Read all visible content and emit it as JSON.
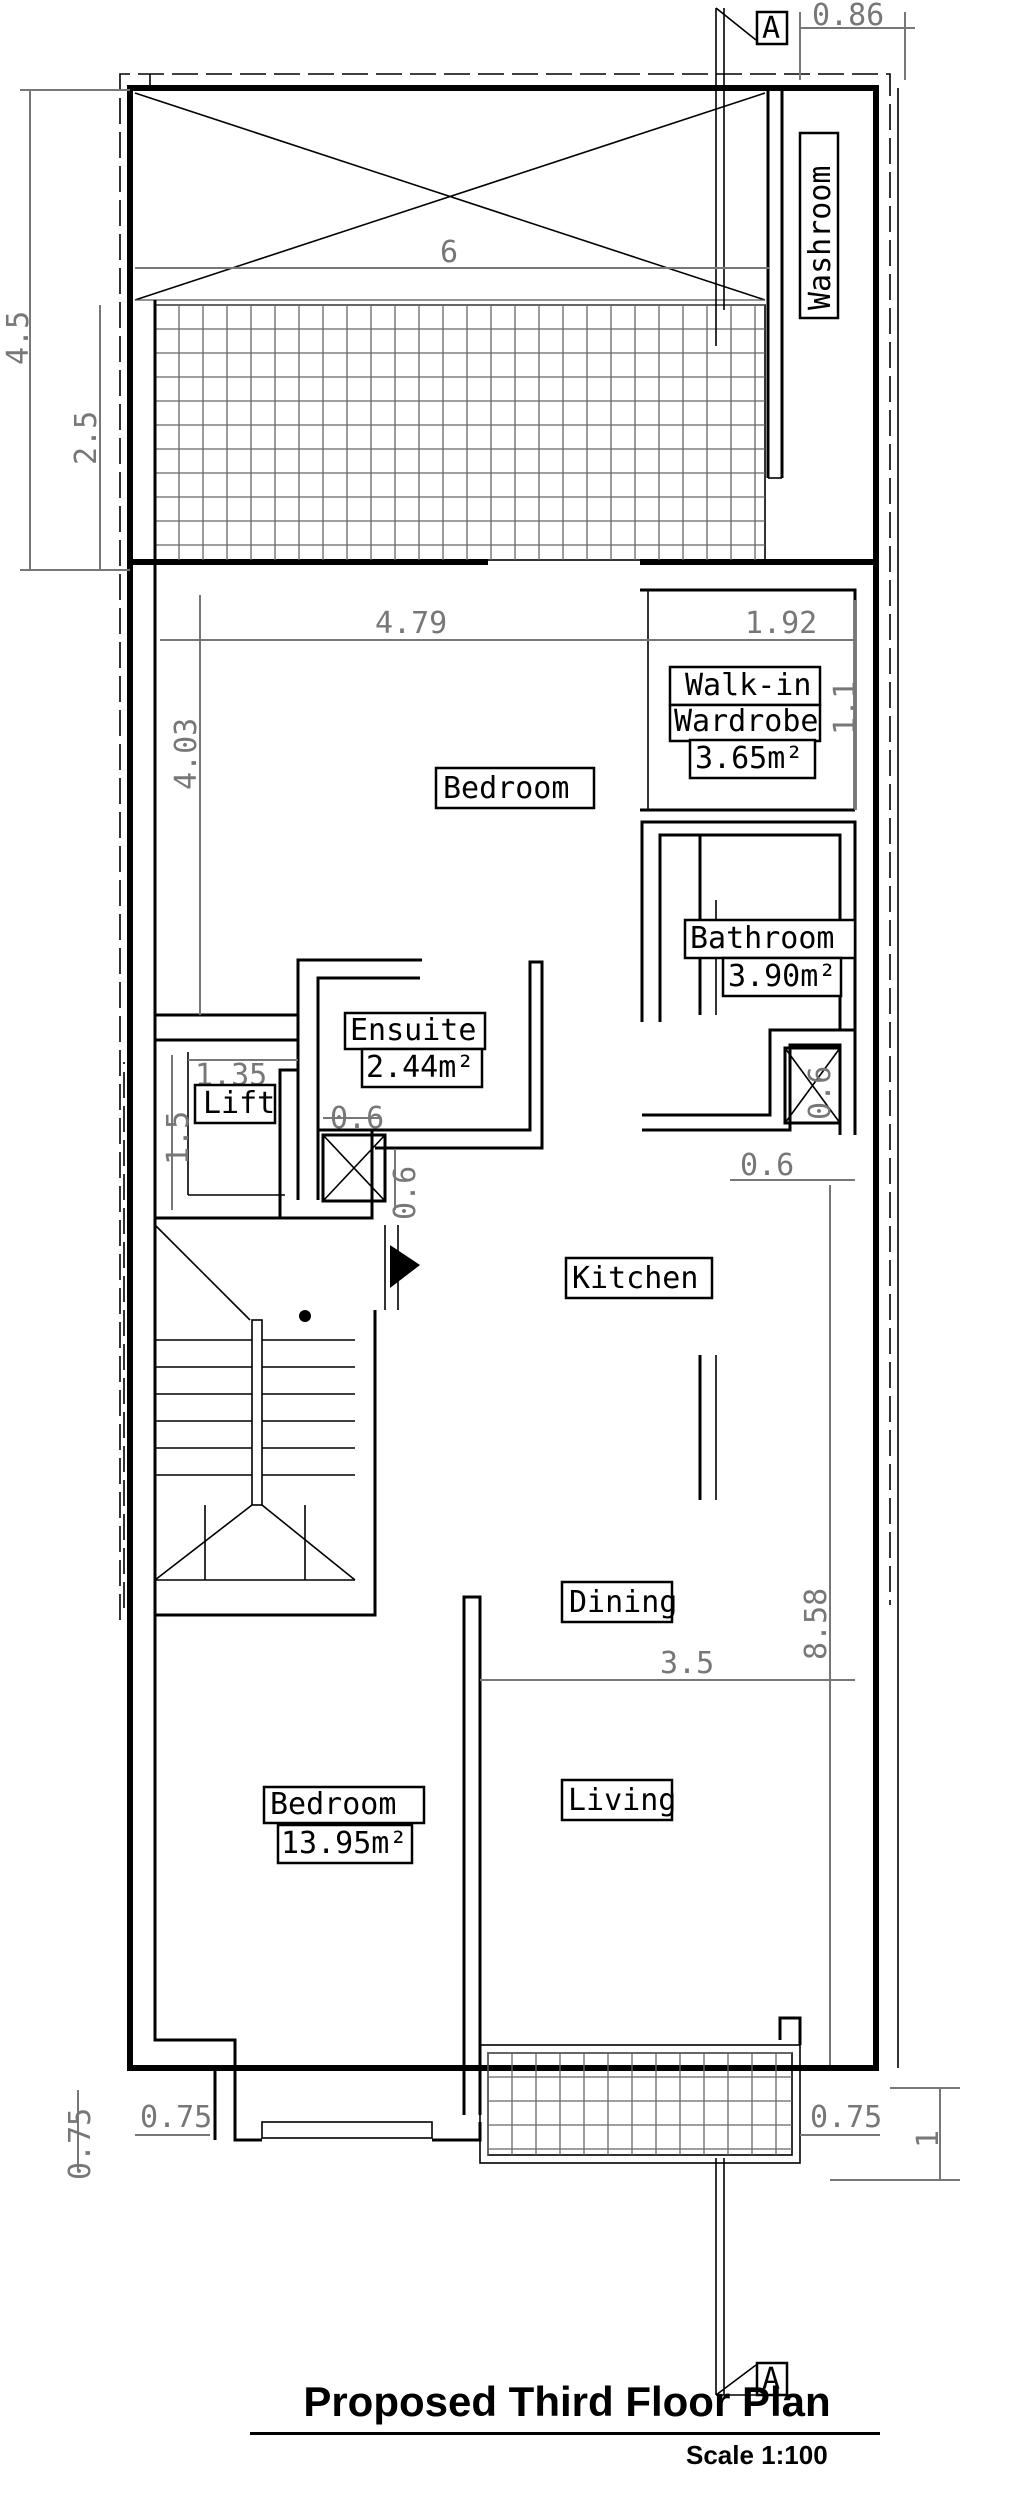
{
  "title": "Proposed Third Floor Plan",
  "scale": "Scale 1:100",
  "section_marker": "A",
  "rooms": {
    "washroom": "Washroom",
    "bedroom_top": "Bedroom",
    "walkin_1": "Walk-in",
    "walkin_2": "Wardrobe",
    "walkin_area": "3.65m²",
    "bathroom": "Bathroom",
    "bathroom_area": "3.90m²",
    "ensuite": "Ensuite",
    "ensuite_area": "2.44m²",
    "lift": "Lift",
    "kitchen": "Kitchen",
    "dining": "Dining",
    "living": "Living",
    "bedroom_bottom": "Bedroom",
    "bedroom_bottom_area": "13.95m²"
  },
  "dimensions": {
    "top_right": "0.86",
    "terrace_width": "6",
    "terrace_depth": "4.5",
    "terrace_tiles": "2.5",
    "bedroom_width": "4.79",
    "bedroom_depth": "4.03",
    "walkin_width": "1.92",
    "walkin_depth": "1.1",
    "lift_width": "1.35",
    "lift_depth": "1.5",
    "shaft_a": "0.6",
    "shaft_b": "0.6",
    "shaft_right": "0.6",
    "shaft_right_b": "0.6",
    "kitchen_depth": "8.58",
    "living_width": "3.5",
    "balcony_left_offset": "0.75",
    "balcony_left_vert": "0.75",
    "balcony_right_offset": "0.75",
    "balcony_depth": "1"
  }
}
